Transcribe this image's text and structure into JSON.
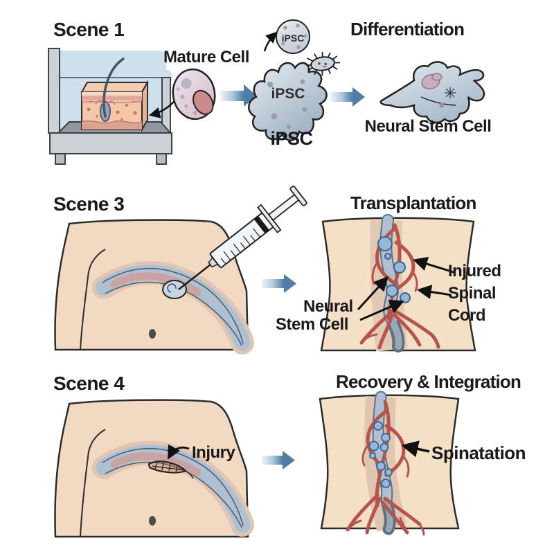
{
  "colors": {
    "background": "#ffffff",
    "text": "#1a1a1a",
    "skin": "#f2d9c1",
    "skin_outline": "#2b2b2b",
    "spinal_cord_blue": "#afc0d2",
    "spinal_core_pink": "#c9a3a2",
    "vessel_red": "#b5534c",
    "stem_cell_blue": "#93b8da",
    "flow_arrow_blue": "#4f7da4",
    "incubator_blue": "#cde0eb",
    "metal_gray": "#ccd1d5",
    "cell_gray_blue": "#b4c2d3"
  },
  "scene1": {
    "title": "Scene 1",
    "mature_cell": "Mature Cell",
    "ipsc_top": "iPSC",
    "ipsc_inner": "iPSC",
    "ipsc_caption": "iPSC",
    "differentiation": "Differentiation",
    "neural_stem_cell": "Neural Stem Cell"
  },
  "scene3": {
    "title": "Scene 3",
    "transplantation": "Transplantation",
    "neural_line1": "Neural",
    "neural_line2": "Stem Cell",
    "injured_spinal_cord": "Injured\nSpinal\nCord"
  },
  "scene4": {
    "title": "Scene 4",
    "injury": "Injury",
    "recovery": "Recovery & Integration",
    "spinatation": "Spinatation"
  }
}
